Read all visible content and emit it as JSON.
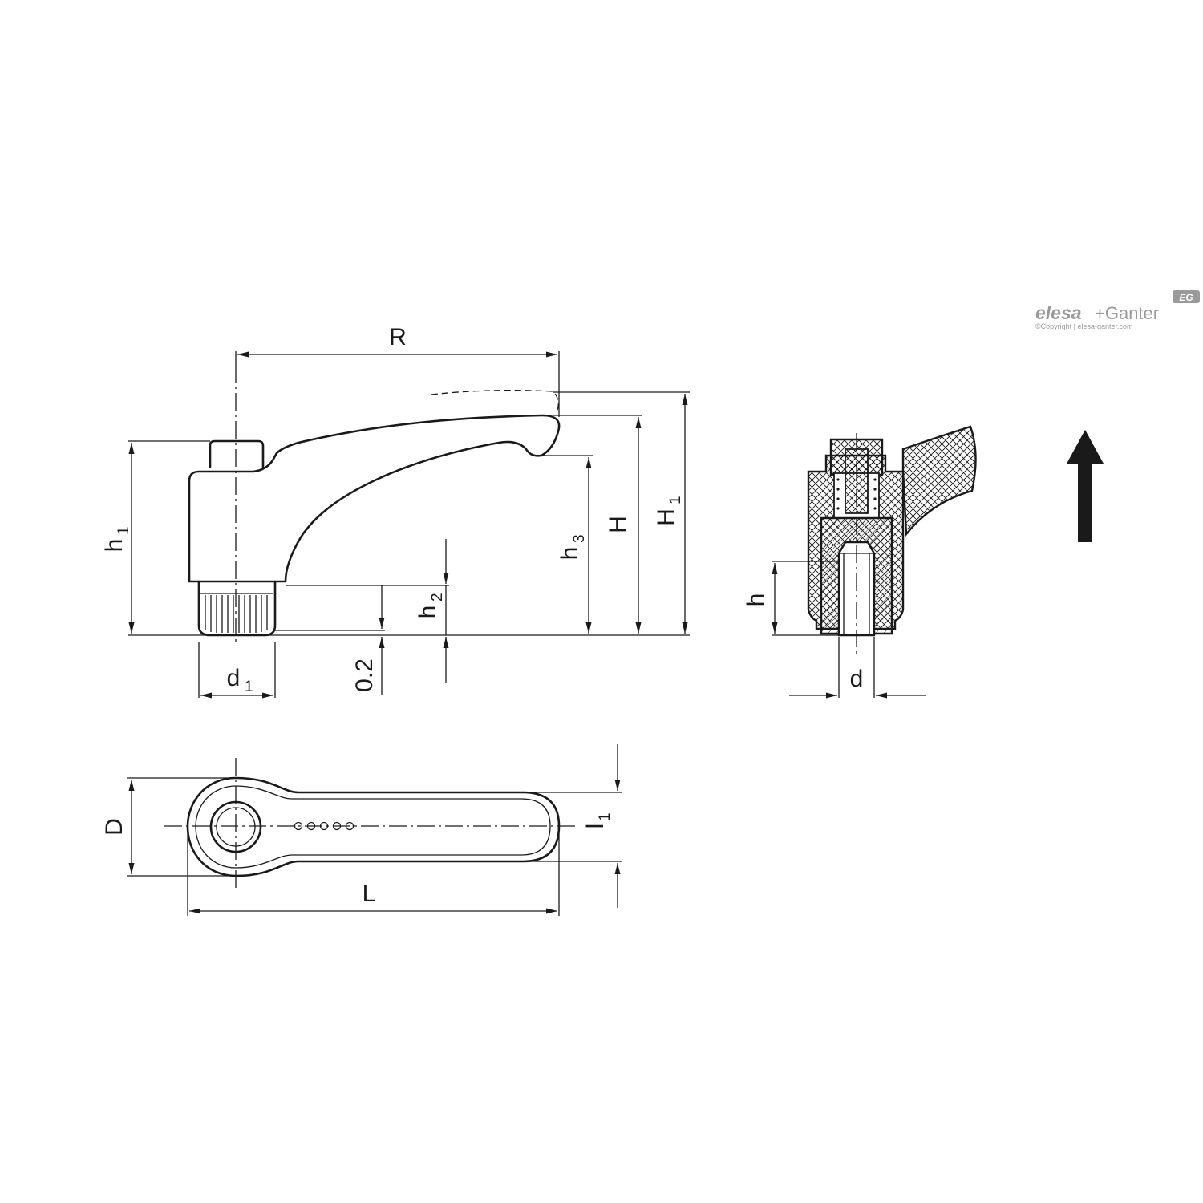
{
  "labels": {
    "R": "R",
    "h1": "h",
    "h1_sub": "1",
    "h2": "h",
    "h2_sub": "2",
    "h3": "h",
    "h3_sub": "3",
    "H": "H",
    "H1": "H",
    "H1_sub": "1",
    "d1": "d",
    "d1_sub": "1",
    "gap": "0.2",
    "h": "h",
    "d": "d",
    "D": "D",
    "L": "L",
    "l1": "l",
    "l1_sub": "1"
  },
  "brand": {
    "name_a": "elesa",
    "name_b": "+Ganter",
    "badge": "EG",
    "copyright": "©Copyright | elesa-ganter.com"
  },
  "colors": {
    "line": "#1a1a1a",
    "brand": "#9a9a9a",
    "background": "#ffffff"
  }
}
